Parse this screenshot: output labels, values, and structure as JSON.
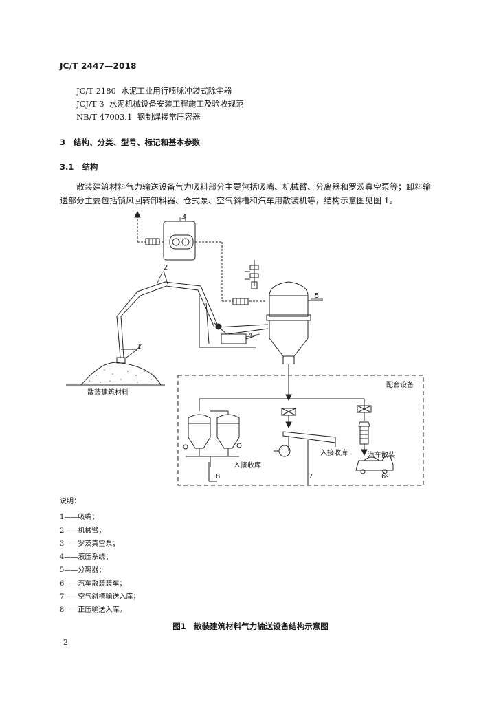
{
  "header": {
    "standard_code": "JC/T 2447—2018"
  },
  "references": [
    {
      "code": "JC/T 2180",
      "title": "水泥工业用行喷脉冲袋式除尘器"
    },
    {
      "code": "JCJ/T 3",
      "title": "水泥机械设备安装工程施工及验收规范"
    },
    {
      "code": "NB/T 47003.1",
      "title": "钢制焊接常压容器"
    }
  ],
  "section3": {
    "number": "3",
    "title": "结构、分类、型号、标记和基本参数"
  },
  "section31": {
    "number": "3.1",
    "title": "结构"
  },
  "body": {
    "line1": "散装建筑材料气力输送设备气力吸料部分主要包括吸嘴、机械臂、分离器和罗茨真空泵等；卸料输",
    "line2": "送部分主要包括锁风回转卸料器、仓式泵、空气斜槽和汽车用散装机等，结构示意图见图 1。"
  },
  "figure": {
    "pile_label": "散装建筑材料",
    "aux_equipment_label": "配套设备",
    "storage_label_1": "入接收库",
    "storage_label_2": "入接收库",
    "truck_label": "汽车散装",
    "callouts": [
      "1",
      "2",
      "3",
      "4",
      "5",
      "6",
      "7",
      "8"
    ]
  },
  "legend": {
    "heading": "说明：",
    "items": [
      "1——吸嘴；",
      "2——机械臂；",
      "3——罗茨真空泵；",
      "4——液压系统；",
      "5——分离器；",
      "6——汽车散装装车；",
      "7——空气斜槽输送入库；",
      "8——正压输送入库。"
    ]
  },
  "caption": "图1　散装建筑材料气力输送设备结构示意图",
  "page_number": "2"
}
